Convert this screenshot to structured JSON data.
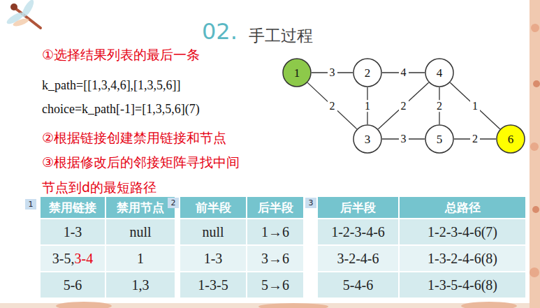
{
  "diagram": {
    "title": "手工过程",
    "nodes": [
      {
        "text": [
          "1"
        ]
      },
      {
        "text": [
          "2"
        ]
      },
      {
        "text": [
          "4"
        ]
      },
      {
        "text": [
          "3"
        ]
      },
      {
        "text": [
          "5"
        ]
      },
      {
        "text": [
          "6"
        ]
      }
    ],
    "edges": [
      {
        "from": 0,
        "to": 1,
        "label": "3",
        "arrow": "none"
      },
      {
        "from": 1,
        "to": 2,
        "label": "4",
        "arrow": "none"
      },
      {
        "from": 0,
        "to": 3,
        "label": "2",
        "arrow": "none"
      },
      {
        "from": 1,
        "to": 3,
        "label": "1",
        "arrow": "none"
      },
      {
        "from": 3,
        "to": 2,
        "label": "2",
        "arrow": "none"
      },
      {
        "from": 2,
        "to": 4,
        "label": "2",
        "arrow": "none"
      },
      {
        "from": 2,
        "to": 5,
        "label": "1",
        "arrow": "none"
      },
      {
        "from": 3,
        "to": 4,
        "label": "3",
        "arrow": "none"
      },
      {
        "from": 4,
        "to": 5,
        "label": "2",
        "arrow": "none"
      }
    ],
    "labels": [
      "02.",
      "①选择结果列表的最后一条",
      "k_path=[[1,3,4,6],[1,3,5,6]]",
      "choice=k_path[-1]=[1,3,5,6](7)",
      "②根据链接创建禁用链接和节点",
      "③根据修改后的邻接矩阵寻找中间",
      "节点到d的最短路径",
      "1",
      "禁用链接",
      "禁用节点",
      "2",
      "前半段",
      "后半段",
      "3",
      "后半段",
      "总路径",
      "1-3",
      "null",
      "null",
      "1→6",
      "1-2-3-4-6",
      "1-2-3-4-6(7)",
      "3-5,",
      "3-4",
      "1",
      "1-3",
      "3→6",
      "3-2-4-6",
      "1-3-2-4-6(8)",
      "5-6",
      "1,3",
      "1-3-5",
      "5→6",
      "5-4-6",
      "1-3-5-4-6(8)"
    ]
  }
}
